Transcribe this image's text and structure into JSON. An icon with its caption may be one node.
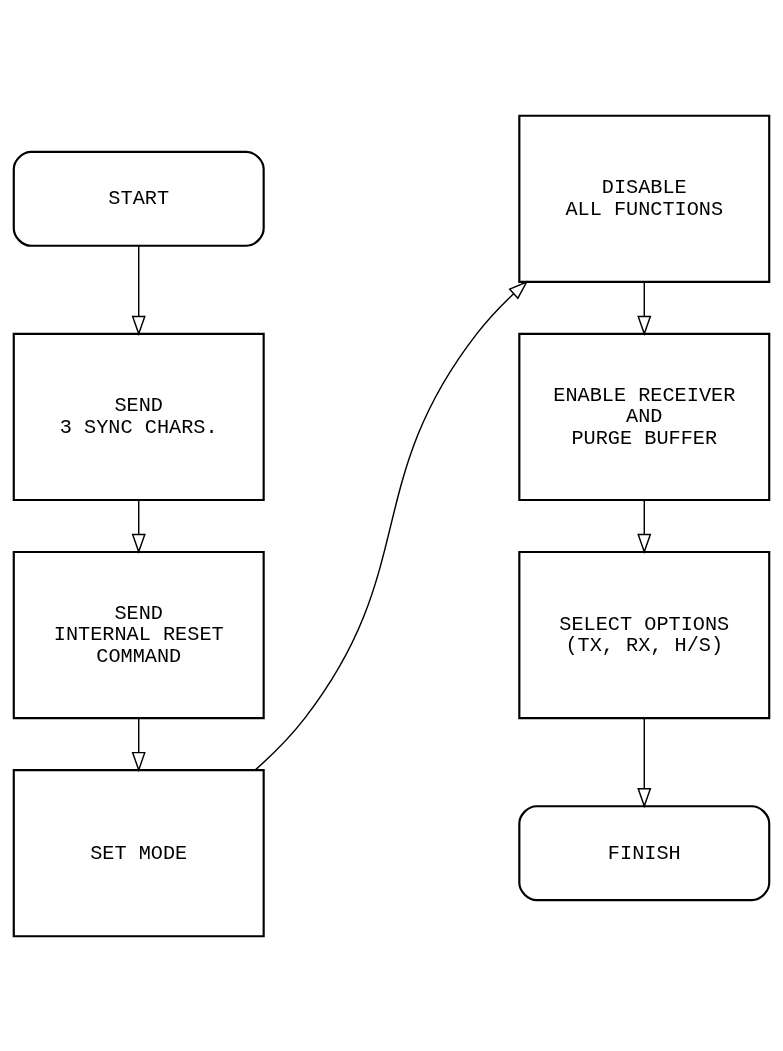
{
  "diagram": {
    "nodes": [
      {
        "text": [
          "START"
        ]
      },
      {
        "text": [
          "SEND 3 SYNC CHARS."
        ]
      },
      {
        "text": [
          "SEND INTERNAL RESET COMMAND"
        ]
      },
      {
        "text": [
          "SET MODE"
        ]
      },
      {
        "text": [
          "DISABLE ALL FUNCTIONS"
        ]
      },
      {
        "text": [
          "ENABLE RECEIVER AND PURGE BUFFER"
        ]
      },
      {
        "text": [
          "SELECT OPTIONS (TX, RX, H/S)"
        ]
      },
      {
        "text": [
          "FINISH"
        ]
      }
    ],
    "edges": [
      {
        "from": 0,
        "to": 1,
        "arrow": "to"
      },
      {
        "from": 1,
        "to": 2,
        "arrow": "to"
      },
      {
        "from": 2,
        "to": 3,
        "arrow": "to"
      },
      {
        "from": 3,
        "to": 4,
        "arrow": "to"
      },
      {
        "from": 4,
        "to": 5,
        "arrow": "to"
      },
      {
        "from": 5,
        "to": 6,
        "arrow": "to"
      },
      {
        "from": 6,
        "to": 7,
        "arrow": "to"
      }
    ]
  }
}
